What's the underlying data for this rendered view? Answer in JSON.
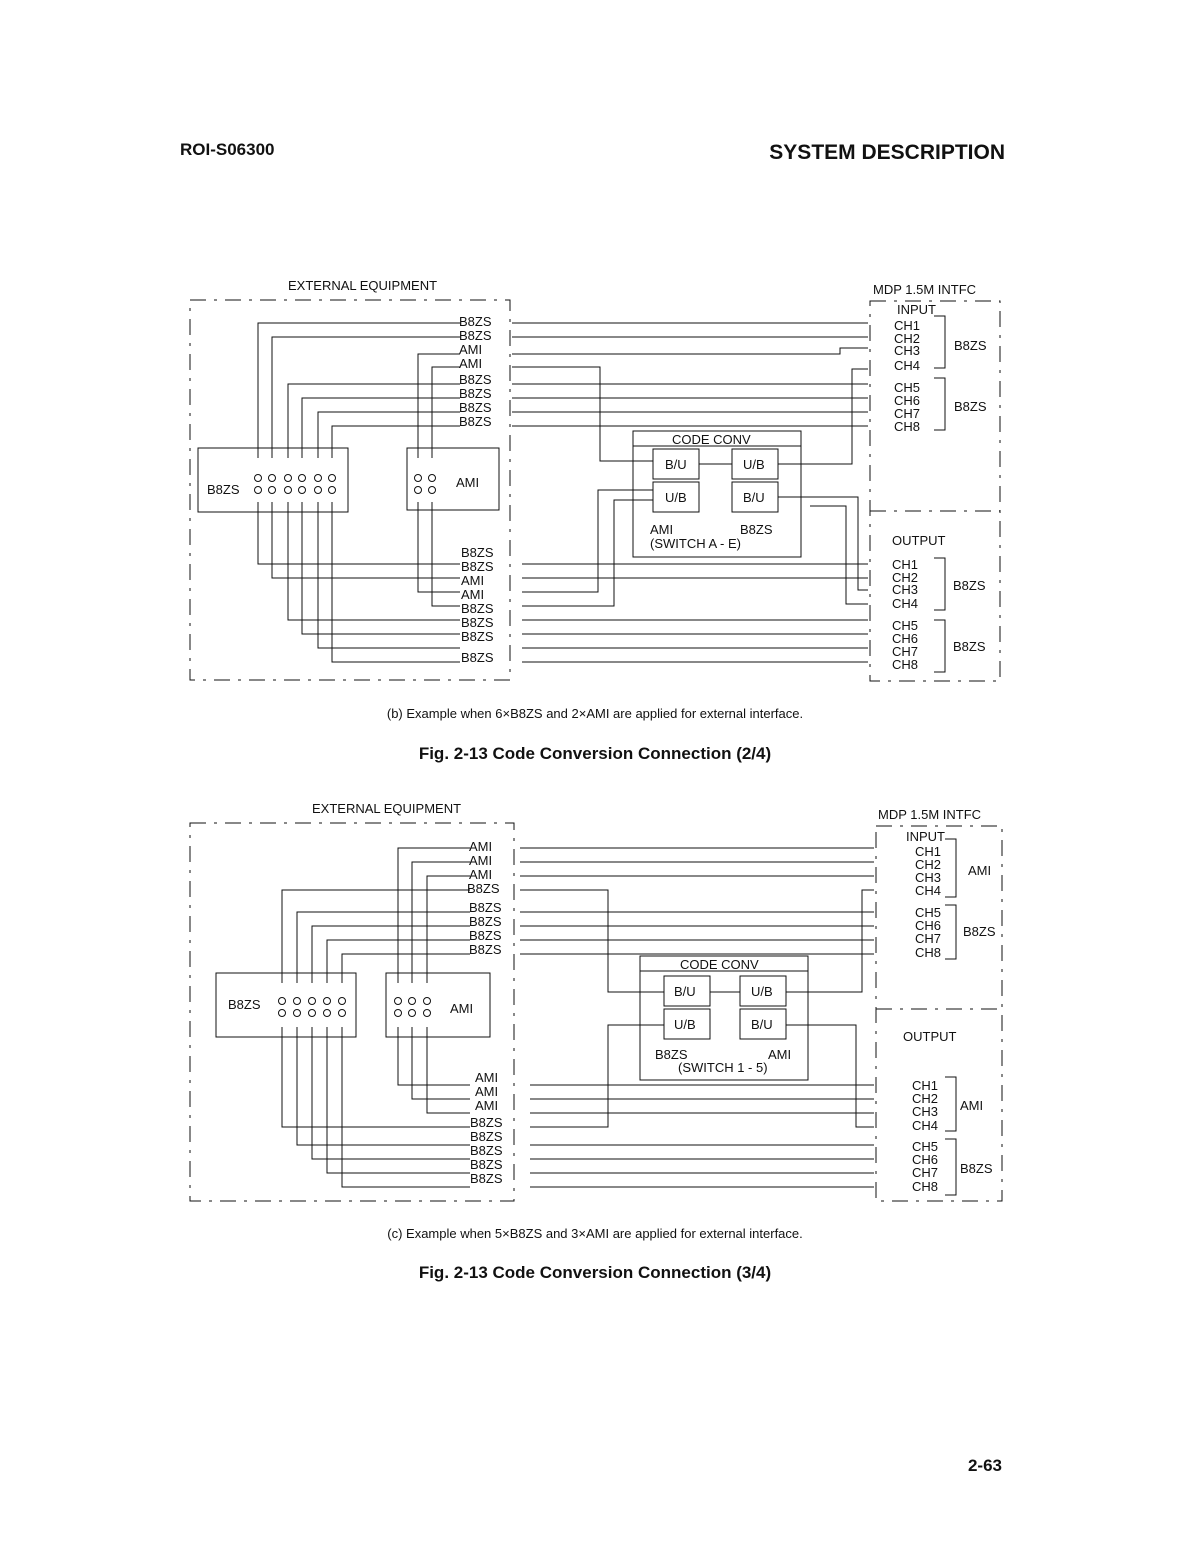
{
  "header": {
    "doc_id": "ROI-S06300",
    "section": "SYSTEM DESCRIPTION"
  },
  "page_number": "2-63",
  "figures": [
    {
      "ext_title": "EXTERNAL EQUIPMENT",
      "mdp_title": "MDP  1.5M INTFC",
      "input_label": "INPUT",
      "output_label": "OUTPUT",
      "codeconv_title": "CODE CONV",
      "box_top_left": "B/U",
      "box_top_right": "U/B",
      "box_bottom_left": "U/B",
      "box_bottom_right": "B/U",
      "switch_left": "AMI",
      "switch_right": "B8ZS",
      "switch_label": "(SWITCH  A - E)",
      "ext_box_main": "B8ZS",
      "ext_box_alt": "AMI",
      "input_ports": [
        "B8ZS",
        "B8ZS",
        "AMI",
        "AMI",
        "B8ZS",
        "B8ZS",
        "B8ZS",
        "B8ZS"
      ],
      "output_ports": [
        "B8ZS",
        "B8ZS",
        "AMI",
        "AMI",
        "B8ZS",
        "B8ZS",
        "B8ZS",
        "B8ZS"
      ],
      "channels": [
        "CH1",
        "CH2",
        "CH3",
        "CH4",
        "CH5",
        "CH6",
        "CH7",
        "CH8"
      ],
      "in_group_labels": [
        "B8ZS",
        "B8ZS"
      ],
      "out_group_labels": [
        "B8ZS",
        "B8ZS"
      ],
      "caption": "(b) Example when 6×B8ZS and 2×AMI are applied for external interface.",
      "title": "Fig. 2-13  Code Conversion Connection (2/4)"
    },
    {
      "ext_title": "EXTERNAL EQUIPMENT",
      "mdp_title": "MDP  1.5M INTFC",
      "input_label": "INPUT",
      "output_label": "OUTPUT",
      "codeconv_title": "CODE CONV",
      "box_top_left": "B/U",
      "box_top_right": "U/B",
      "box_bottom_left": "U/B",
      "box_bottom_right": "B/U",
      "switch_left": "B8ZS",
      "switch_right": "AMI",
      "switch_label": "(SWITCH  1 - 5)",
      "ext_box_main": "B8ZS",
      "ext_box_alt": "AMI",
      "input_ports": [
        "AMI",
        "AMI",
        "AMI",
        "B8ZS",
        "B8ZS",
        "B8ZS",
        "B8ZS",
        "B8ZS"
      ],
      "output_ports": [
        "AMI",
        "AMI",
        "AMI",
        "B8ZS",
        "B8ZS",
        "B8ZS",
        "B8ZS",
        "B8ZS"
      ],
      "channels": [
        "CH1",
        "CH2",
        "CH3",
        "CH4",
        "CH5",
        "CH6",
        "CH7",
        "CH8"
      ],
      "in_group_labels": [
        "AMI",
        "B8ZS"
      ],
      "out_group_labels": [
        "AMI",
        "B8ZS"
      ],
      "caption": "(c) Example when 5×B8ZS and 3×AMI are applied for external interface.",
      "title": "Fig. 2-13  Code Conversion Connection (3/4)"
    }
  ]
}
